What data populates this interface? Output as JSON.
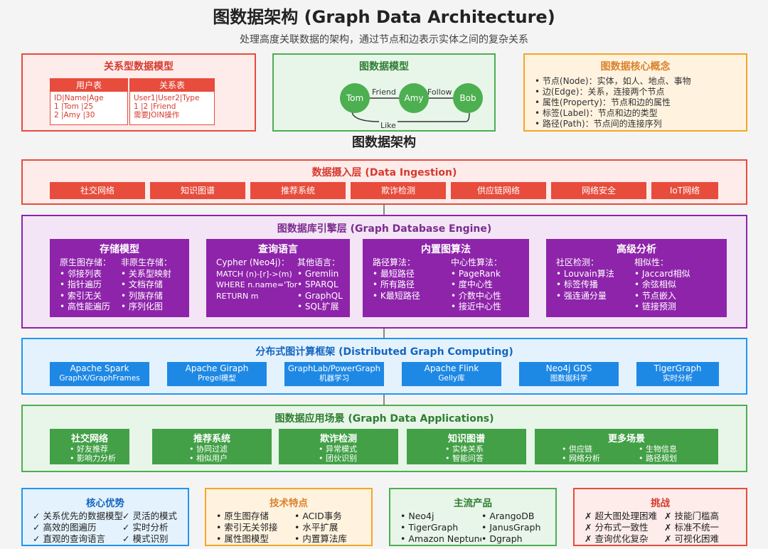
{
  "header": {
    "title": "图数据架构 (Graph Data Architecture)",
    "subtitle": "处理高度关联数据的架构，通过节点和边表示实体之间的复杂关系"
  },
  "relational": {
    "title": "关系型数据模型",
    "user_table": {
      "name": "用户表",
      "rows": [
        "ID|Name|Age",
        "1 |Tom |25",
        "2 |Amy |30"
      ]
    },
    "rel_table": {
      "name": "关系表",
      "rows": [
        "User1|User2|Type",
        "1 |2 |Friend",
        "需要JOIN操作"
      ]
    }
  },
  "graph_model": {
    "title": "图数据模型",
    "nodes": [
      "Tom",
      "Amy",
      "Bob"
    ],
    "edges": {
      "friend": "Friend",
      "follow": "Follow",
      "like": "Like"
    }
  },
  "core_concepts": {
    "title": "图数据核心概念",
    "items": [
      "节点(Node)：实体，如人、地点、事物",
      "边(Edge)：关系，连接两个节点",
      "属性(Property)：节点和边的属性",
      "标签(Label)：节点和边的类型",
      "路径(Path)：节点间的连接序列"
    ]
  },
  "architecture_title": "图数据架构",
  "ingestion": {
    "title": "数据摄入层 (Data Ingestion)",
    "sources": [
      "社交网络",
      "知识图谱",
      "推荐系统",
      "欺诈检测",
      "供应链网络",
      "网络安全",
      "IoT网络"
    ]
  },
  "engine": {
    "title": "图数据库引擎层 (Graph Database Engine)",
    "storage": {
      "title": "存储模型",
      "native_head": "原生图存储：",
      "native": [
        "• 邻接列表",
        "• 指针遍历",
        "• 索引无关",
        "• 高性能遍历"
      ],
      "nonnative_head": "非原生存储：",
      "nonnative": [
        "• 关系型映射",
        "• 文档存储",
        "• 列族存储",
        "• 序列化图"
      ]
    },
    "query": {
      "title": "查询语言",
      "cypher_head": "Cypher (Neo4j)：",
      "cypher": [
        "MATCH (n)-[r]->(m)",
        "WHERE n.name='Tom'",
        "RETURN m"
      ],
      "other_head": "其他语言：",
      "other": [
        "• Gremlin",
        "• SPARQL",
        "• GraphQL",
        "• SQL扩展"
      ]
    },
    "algorithms": {
      "title": "内置图算法",
      "path_head": "路径算法：",
      "path": [
        "• 最短路径",
        "• 所有路径",
        "• K最短路径"
      ],
      "centrality_head": "中心性算法：",
      "centrality": [
        "• PageRank",
        "• 度中心性",
        "• 介数中心性",
        "• 接近中心性"
      ]
    },
    "analytics": {
      "title": "高级分析",
      "community_head": "社区检测：",
      "community": [
        "• Louvain算法",
        "• 标签传播",
        "• 强连通分量"
      ],
      "similarity_head": "相似性：",
      "similarity": [
        "• Jaccard相似",
        "• 余弦相似",
        "• 节点嵌入",
        "• 链接预测"
      ]
    }
  },
  "distributed": {
    "title": "分布式图计算框架 (Distributed Graph Computing)",
    "frameworks": [
      {
        "name": "Apache Spark",
        "desc": "GraphX/GraphFrames"
      },
      {
        "name": "Apache Giraph",
        "desc": "Pregel模型"
      },
      {
        "name": "GraphLab/PowerGraph",
        "desc": "机器学习"
      },
      {
        "name": "Apache Flink",
        "desc": "Gelly库"
      },
      {
        "name": "Neo4j GDS",
        "desc": "图数据科学"
      },
      {
        "name": "TigerGraph",
        "desc": "实时分析"
      }
    ]
  },
  "applications": {
    "title": "图数据应用场景 (Graph Data Applications)",
    "social": {
      "title": "社交网络",
      "items": [
        "• 好友推荐",
        "• 影响力分析"
      ]
    },
    "recommend": {
      "title": "推荐系统",
      "items": [
        "• 协同过滤",
        "• 相似用户"
      ]
    },
    "fraud": {
      "title": "欺诈检测",
      "items": [
        "• 异常模式",
        "• 团伙识别"
      ]
    },
    "knowledge": {
      "title": "知识图谱",
      "items": [
        "• 实体关系",
        "• 智能问答"
      ]
    },
    "more": {
      "title": "更多场景",
      "col1": [
        "• 供应链",
        "• 网络分析"
      ],
      "col2": [
        "• 生物信息",
        "• 路径规划"
      ]
    }
  },
  "advantages": {
    "title": "核心优势",
    "col1": [
      "✓ 关系优先的数据模型",
      "✓ 高效的图遍历",
      "✓ 直观的查询语言"
    ],
    "col2": [
      "✓ 灵活的模式",
      "✓ 实时分析",
      "✓ 模式识别"
    ]
  },
  "tech_features": {
    "title": "技术特点",
    "col1": [
      "• 原生图存储",
      "• 索引无关邻接",
      "• 属性图模型"
    ],
    "col2": [
      "• ACID事务",
      "• 水平扩展",
      "• 内置算法库"
    ]
  },
  "products": {
    "title": "主流产品",
    "col1": [
      "• Neo4j",
      "• TigerGraph",
      "• Amazon Neptune"
    ],
    "col2": [
      "• ArangoDB",
      "• JanusGraph",
      "• Dgraph"
    ]
  },
  "challenges": {
    "title": "挑战",
    "col1": [
      "✗ 超大图处理困难",
      "✗ 分布式一致性",
      "✗ 查询优化复杂"
    ],
    "col2": [
      "✗ 技能门槛高",
      "✗ 标准不统一",
      "✗ 可视化困难"
    ]
  }
}
